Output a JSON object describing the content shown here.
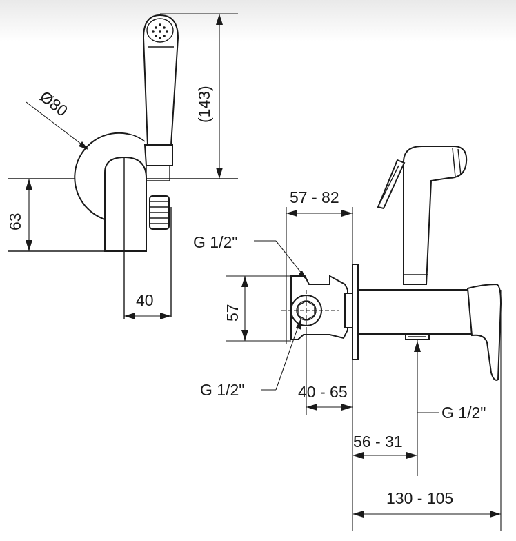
{
  "dimensions": {
    "diameter": "Ø80",
    "handshower_length": "(143)",
    "wall_height": "63",
    "bracket_depth": "40",
    "connection_spacing": "57 - 82",
    "thread_top": "G 1/2\"",
    "thread_left": "G 1/2\"",
    "thread_right": "G 1/2\"",
    "valve_height": "57",
    "body_depth": "40 - 65",
    "outlet_offset": "56 - 31",
    "overall_length": "130 - 105"
  }
}
